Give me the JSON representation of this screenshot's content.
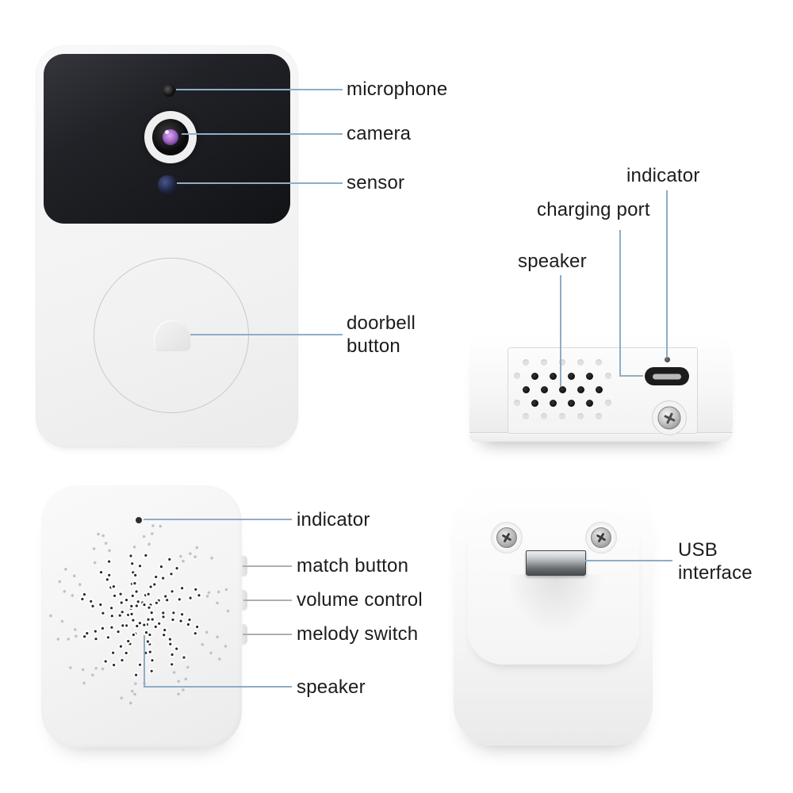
{
  "colors": {
    "background": "#ffffff",
    "label_text": "#1c1c1c",
    "leader_line_blue": "#8fadc6",
    "leader_line_gray": "#a9b0b5",
    "camera_panel": "#1b1c20",
    "lens_purple": "#a66bc8",
    "device_body": "#f4f4f4"
  },
  "views": {
    "doorbell_front": {
      "labels": {
        "microphone": "microphone",
        "camera": "camera",
        "sensor": "sensor",
        "doorbell_button": "doorbell button"
      }
    },
    "doorbell_bottom": {
      "labels": {
        "indicator": "indicator",
        "charging_port": "charging port",
        "speaker": "speaker"
      }
    },
    "chime_front": {
      "labels": {
        "indicator": "indicator",
        "match_button": "match button",
        "volume_control": "volume control",
        "melody_switch": "melody switch",
        "speaker": "speaker"
      }
    },
    "chime_back": {
      "labels": {
        "usb_interface": "USB interface"
      }
    }
  }
}
